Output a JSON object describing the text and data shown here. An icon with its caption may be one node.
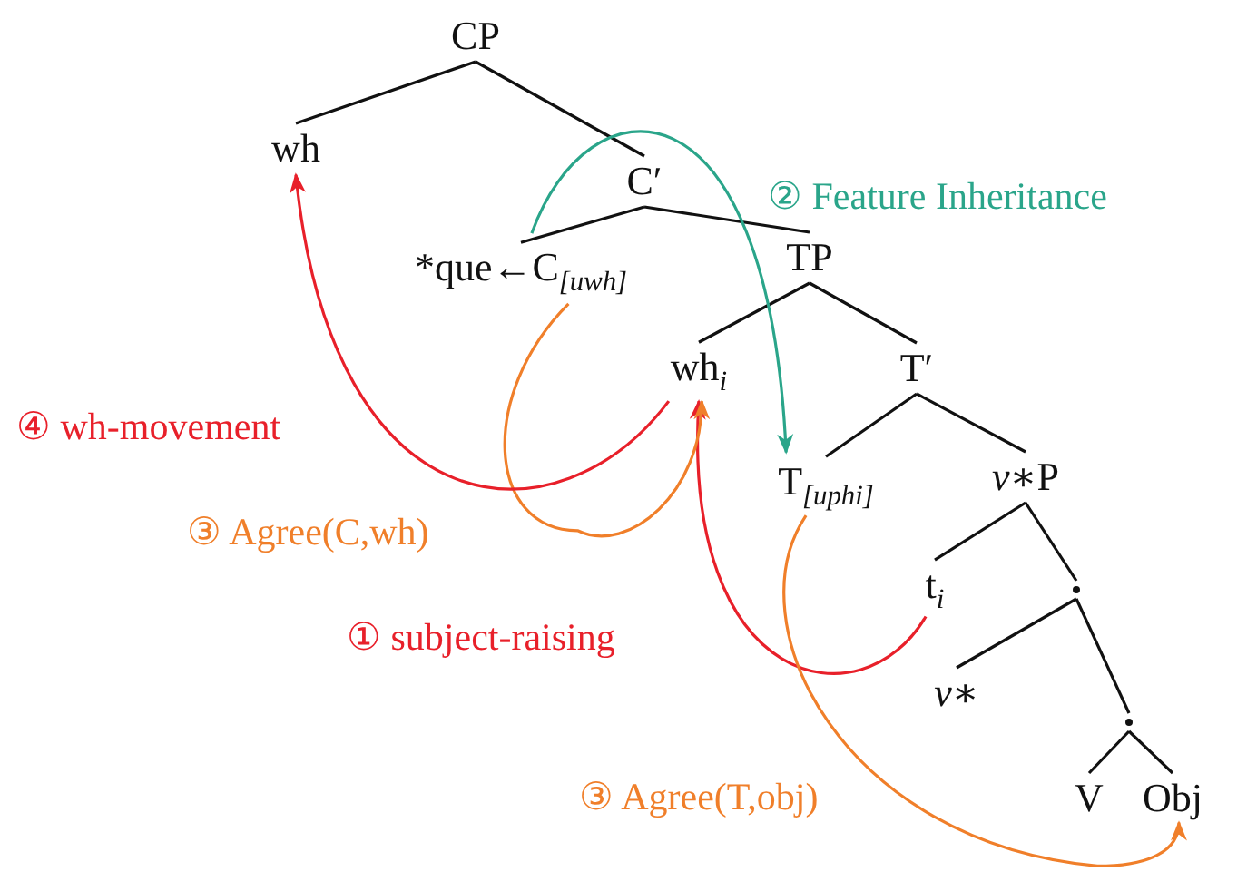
{
  "diagram": {
    "nodes": [
      {
        "text": [
          "CP"
        ]
      },
      {
        "text": [
          "wh"
        ]
      },
      {
        "text": [
          "C′"
        ]
      },
      {
        "text": [
          "*que←C$_{[uwh]}$"
        ]
      },
      {
        "text": [
          "TP"
        ]
      },
      {
        "text": [
          "wh$_{i}$"
        ]
      },
      {
        "text": [
          "T′"
        ]
      },
      {
        "text": [
          "T$_{[uphi]}$"
        ]
      },
      {
        "text": [
          "*v*∗P"
        ]
      },
      {
        "text": [
          "t$_{i}$"
        ]
      },
      {
        "text": [],
        "shape": "point"
      },
      {
        "text": [
          "*v*∗"
        ]
      },
      {
        "text": [],
        "shape": "point"
      },
      {
        "text": [
          "V"
        ]
      },
      {
        "text": [
          "Obj"
        ]
      }
    ],
    "edges": [
      {
        "from": 0,
        "to": 1,
        "arrow": "none"
      },
      {
        "from": 0,
        "to": 2,
        "arrow": "none"
      },
      {
        "from": 2,
        "to": 3,
        "arrow": "none"
      },
      {
        "from": 2,
        "to": 4,
        "arrow": "none"
      },
      {
        "from": 4,
        "to": 5,
        "arrow": "none"
      },
      {
        "from": 4,
        "to": 6,
        "arrow": "none"
      },
      {
        "from": 6,
        "to": 7,
        "arrow": "none"
      },
      {
        "from": 6,
        "to": 8,
        "arrow": "none"
      },
      {
        "from": 8,
        "to": 9,
        "arrow": "none"
      },
      {
        "from": 8,
        "to": 10,
        "arrow": "none"
      },
      {
        "from": 10,
        "to": 11,
        "arrow": "none"
      },
      {
        "from": 10,
        "to": 12,
        "arrow": "none"
      },
      {
        "from": 12,
        "to": 13,
        "arrow": "none"
      },
      {
        "from": 12,
        "to": 14,
        "arrow": "none"
      },
      {
        "from": 9,
        "to": 5,
        "arrow": "to",
        "label": "① subject-raising",
        "color": "#e8202a"
      },
      {
        "from": 3,
        "to": 7,
        "arrow": "to",
        "label": "② Feature Inheritance",
        "color": "#2aa58a"
      },
      {
        "from": 3,
        "to": 5,
        "arrow": "to",
        "label": "③ Agree(C,wh)",
        "color": "#f07f2a"
      },
      {
        "from": 7,
        "to": 14,
        "arrow": "to",
        "label": "③ Agree(T,obj)",
        "color": "#f07f2a"
      },
      {
        "from": 5,
        "to": 1,
        "arrow": "to",
        "label": "④ wh-movement",
        "color": "#e8202a"
      }
    ]
  }
}
